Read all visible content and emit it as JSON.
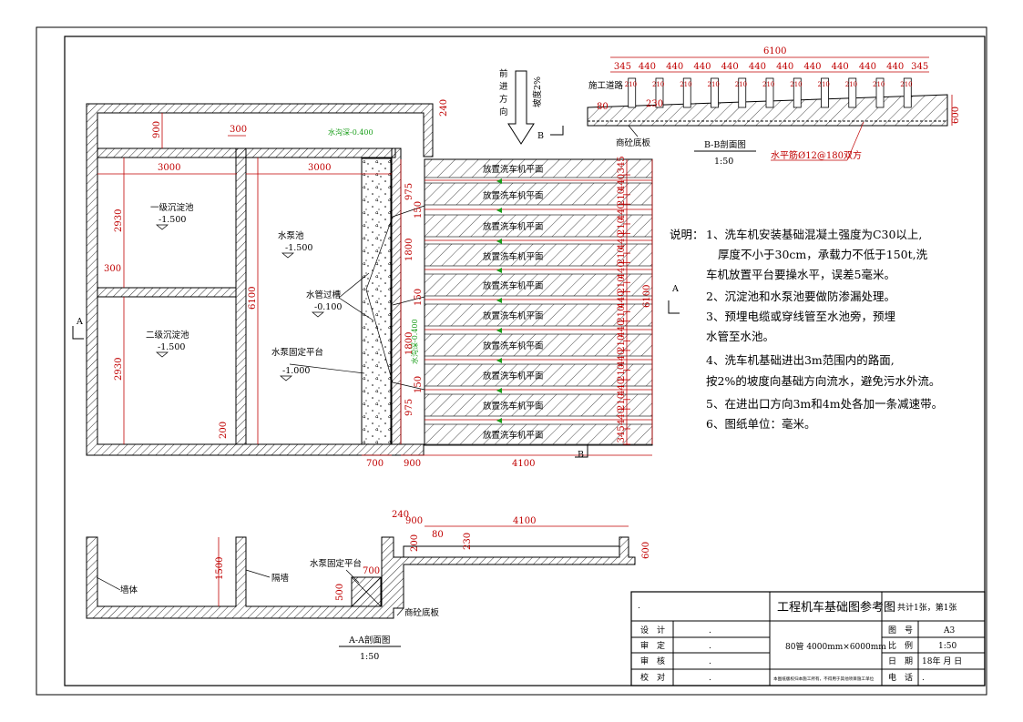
{
  "flow_label": {
    "chars": [
      "前",
      "进",
      "方",
      "向"
    ],
    "slope": "坡度2%"
  },
  "plan": {
    "tank1_name": "一级沉淀池",
    "tank1_level": "-1.500",
    "tank2_name": "二级沉淀池",
    "tank2_level": "-1.500",
    "pump_name": "水泵池",
    "pump_level": "-1.500",
    "trough_name": "水管过槽",
    "trough_level": "-0.100",
    "platform_name": "水泵固定平台",
    "platform_level": "-1.000",
    "water_level": "水沟深-0.400",
    "trench_label": "水沟深-0.400",
    "wash_label": "放置洗车机平面",
    "dims_top": {
      "wall": "300",
      "d3000a": "3000",
      "d3000b": "3000",
      "d900": "900",
      "d240": "240"
    },
    "dims_left": {
      "d2930a": "2930",
      "d2930b": "2930",
      "d300": "300",
      "d6100": "6100",
      "d200": "200"
    },
    "dims_mid": {
      "d975a": "975",
      "d1800a": "1800",
      "d1800b": "1800",
      "d975b": "975",
      "d150a": "150",
      "d150b": "150",
      "d150c": "150"
    },
    "dims_right": [
      "345",
      "440",
      "210",
      "440",
      "210",
      "440",
      "210",
      "440",
      "210",
      "440",
      "210",
      "440",
      "210",
      "440",
      "210",
      "440",
      "210",
      "440",
      "345"
    ],
    "dim_6100": "6100",
    "dims_bottom": {
      "d700": "700",
      "d900": "900",
      "d4100": "4100"
    },
    "section_marks": {
      "a": "A",
      "b": "B"
    }
  },
  "section_bb": {
    "title": "B-B剖面图",
    "scale": "1:50",
    "road": "施工道路",
    "base": "商砼底板",
    "rebar": "水平筋Ø12@180双方",
    "total": "6100",
    "dims": [
      "345",
      "440",
      "440",
      "440",
      "440",
      "440",
      "440",
      "440",
      "440",
      "440",
      "440",
      "345"
    ],
    "sub": "210",
    "d80": "80",
    "d230": "230",
    "d600": "600"
  },
  "section_aa": {
    "title": "A-A剖面图",
    "scale": "1:50",
    "wall": "墙体",
    "partition": "隔墙",
    "platform": "水泵固定平台",
    "base": "商砼底板",
    "dims": {
      "d240": "240",
      "d200": "200",
      "d900": "900",
      "d80": "80",
      "d4100": "4100",
      "d1500": "1500",
      "d700": "700",
      "d500": "500",
      "d600": "600",
      "d230": "230"
    }
  },
  "notes": {
    "lead": "说明：",
    "lines": [
      "1、洗车机安装基础混凝土强度为C30以上,",
      "厚度不小于30cm，承载力不低于150t,洗",
      "车机放置平台要操水平，误差5毫米。",
      "2、沉淀池和水泵池要做防渗漏处理。",
      "3、预埋电缆或穿线管至水池旁，预埋",
      "水管至水池。",
      "4、洗车机基础进出3m范围内的路面,",
      "按2%的坡度向基础方向流水，避免污水外流。",
      "5、在进出口方向3m和4m处各加一条减速带。",
      "6、图纸单位：毫米。"
    ]
  },
  "title_block": {
    "dot": ".",
    "title": "工程机车基础图参考图",
    "sheet_count": "共计1张，第1张",
    "roles": [
      "设　计",
      "审　定",
      "审　核",
      "校　对"
    ],
    "role_values": [
      ".",
      ".",
      ".",
      "."
    ],
    "spec": "80管 4000mm×6000mm",
    "fine": "本图纸版权归本施工所有，不得用于其他项目施工单位",
    "fields": [
      {
        "label": "图　号",
        "value": "A3"
      },
      {
        "label": "比　例",
        "value": "1:50"
      },
      {
        "label": "日　期",
        "value": "18年 月 日"
      },
      {
        "label": "电　话",
        "value": "."
      }
    ]
  }
}
